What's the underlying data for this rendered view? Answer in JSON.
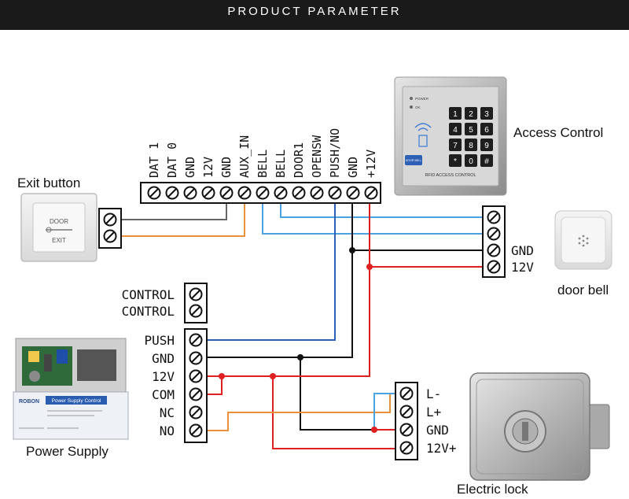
{
  "header": {
    "title": "PRODUCT PARAMETER"
  },
  "controller": {
    "terminals": [
      "DAT 1",
      "DAT 0",
      "GND",
      "12V",
      "GND",
      "AUX_IN",
      "BELL",
      "BELL",
      "DOOR1",
      "OPENSW",
      "PUSH/NO",
      "GND",
      "+12V"
    ]
  },
  "labels": {
    "exit_button": "Exit button",
    "access_control": "Access Control",
    "door_bell": "door bell",
    "power_supply": "Power Supply",
    "electric_lock": "Electric lock"
  },
  "bell_block": {
    "terminals": [
      "",
      "",
      "GND",
      "12V"
    ]
  },
  "control_block": {
    "terminals": [
      "CONTROL",
      "CONTROL"
    ]
  },
  "power_block": {
    "terminals": [
      "PUSH",
      "GND",
      "12V",
      "COM",
      "NC",
      "NO"
    ]
  },
  "lock_block": {
    "terminals": [
      "L-",
      "L+",
      "GND",
      "12V+"
    ]
  },
  "keypad": {
    "keys": [
      "1",
      "2",
      "3",
      "4",
      "5",
      "6",
      "7",
      "8",
      "9",
      "*",
      "0",
      "#"
    ],
    "indicators": [
      "POWER",
      "OK"
    ],
    "caption": "RFID ACCESS CONTROL",
    "button_label": "DOOR BELL"
  },
  "exit_plate": {
    "top_text": "DOOR",
    "bottom_text": "EXIT"
  },
  "psu_box": {
    "brand": "ROBON",
    "title": "Power Supply Control"
  },
  "colors": {
    "red": "#e02020",
    "blue": "#2b5fb8",
    "light_blue": "#4aa3e0",
    "orange": "#e8913a",
    "gray": "#666666",
    "black": "#111111"
  }
}
